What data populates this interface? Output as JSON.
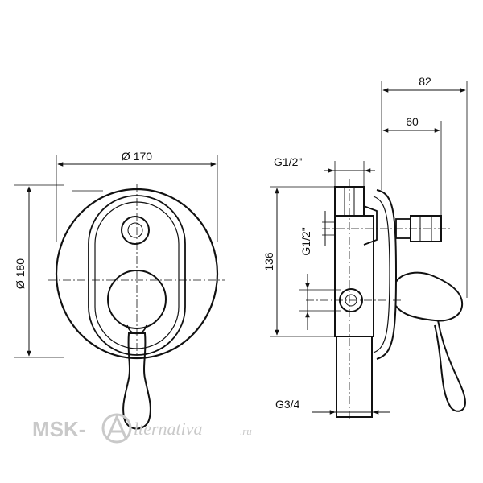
{
  "dimensions": {
    "front_width": "Ø 170",
    "front_height": "Ø 180",
    "side_depth_total": "82",
    "side_depth_handle": "60",
    "connection_top": "G1/2\"",
    "connection_vertical": "G1/2\"",
    "height_between": "136",
    "connection_bottom": "G3/4"
  },
  "watermark": {
    "brand": "MSK-",
    "script": "lternativa",
    "domain": ".ru"
  }
}
